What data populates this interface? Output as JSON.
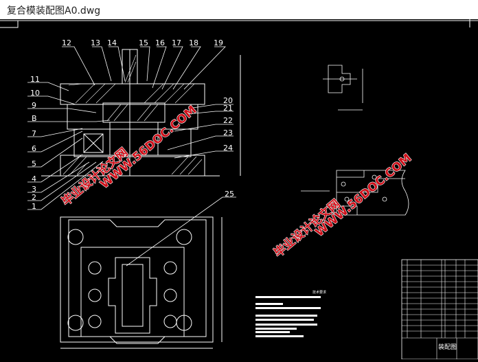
{
  "window": {
    "title": "复合模装配图A0.dwg"
  },
  "drawing": {
    "part_labels_top": [
      "12",
      "13",
      "14",
      "15",
      "16",
      "17",
      "18",
      "19"
    ],
    "part_labels_left": [
      "11",
      "10",
      "9",
      "B",
      "7",
      "6",
      "5",
      "4",
      "3",
      "2",
      "1"
    ],
    "part_labels_right": [
      "20",
      "21",
      "22",
      "23",
      "24"
    ],
    "part_label_bottom": "25",
    "notes_title": "技术要求",
    "title_block_name": "装配图"
  },
  "watermark": {
    "site": "WWW.56DOC.COM",
    "name": "毕业设计论文网"
  },
  "colors": {
    "background": "#000000",
    "lines": "#ffffff",
    "watermark": "#d0101a"
  }
}
